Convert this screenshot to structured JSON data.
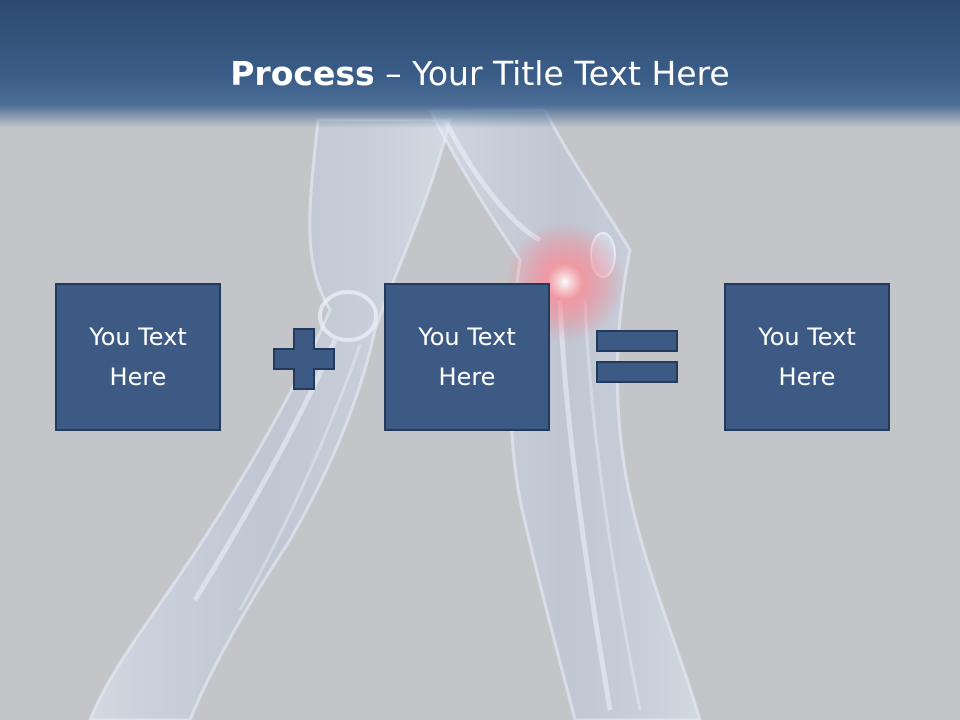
{
  "header": {
    "title_bold": "Process",
    "title_rest": " – Your Title Text Here"
  },
  "process": {
    "boxes": [
      {
        "label": "You Text Here"
      },
      {
        "label": "You Text Here"
      },
      {
        "label": "You Text Here"
      }
    ],
    "operators": [
      "plus-icon",
      "equals-icon"
    ]
  },
  "colors": {
    "header": "#2d4a6e",
    "box_fill": "#3d5a85",
    "box_border": "#243a5c",
    "background": "#c4c5c9",
    "glow": "#ff6f7a"
  }
}
